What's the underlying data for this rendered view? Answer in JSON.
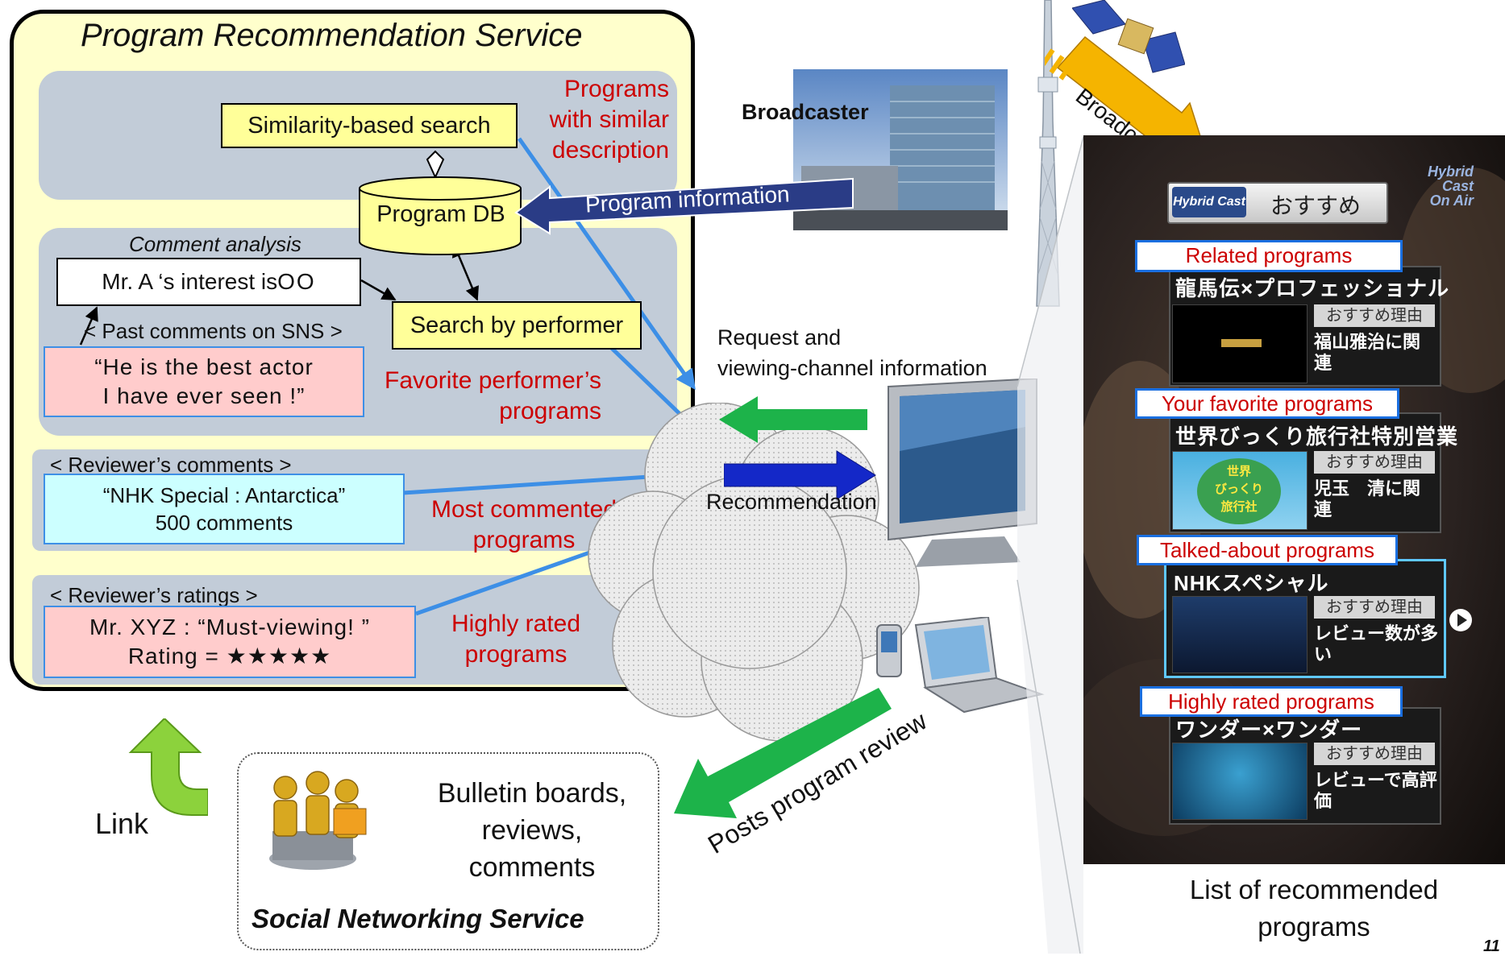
{
  "service": {
    "title": "Program Recommendation Service",
    "similarity_search": "Similarity-based search",
    "similar_label": [
      "Programs",
      "with similar",
      "description"
    ],
    "program_db": "Program DB",
    "comment_analysis": "Comment analysis",
    "interest_prefix": "Mr. A ‘s interest is ",
    "interest_symbol": "OO",
    "past_comments": "< Past comments on SNS >",
    "comment_quote": [
      "“He is the best actor",
      "I have ever seen !”"
    ],
    "search_performer": "Search by performer",
    "favorite_label": [
      "Favorite performer’s",
      "programs"
    ],
    "reviewer_comments_header": "< Reviewer’s comments >",
    "comments_box": [
      "“NHK Special : Antarctica”",
      "500 comments"
    ],
    "most_commented": [
      "Most commented",
      "programs"
    ],
    "reviewer_ratings_header": "< Reviewer’s ratings >",
    "ratings_box": [
      "Mr. XYZ : “Must-viewing! ”",
      "Rating = ★★★★★"
    ],
    "highly_rated": [
      "Highly rated",
      "programs"
    ]
  },
  "center": {
    "broadcaster": "Broadcaster",
    "program_information": "Program information",
    "broadcast": "Broadcast",
    "request_label": [
      "Request and",
      "viewing-channel information"
    ],
    "recommendation": "Recommendation",
    "posts_review": "Posts program review",
    "link": "Link"
  },
  "sns": {
    "items": [
      "Bulletin boards,",
      "reviews,",
      "comments"
    ],
    "title": "Social Networking Service"
  },
  "tv": {
    "logo_text": "Hybrid Cast",
    "header": "おすすめ",
    "corner_logo": [
      "Hybrid",
      "Cast",
      "On Air"
    ],
    "why_label": "おすすめ理由",
    "sections": [
      {
        "label": "Related programs",
        "title": "龍馬伝×プロフェッショナル",
        "reason": [
          "福山雅治に関",
          "連"
        ]
      },
      {
        "label": "Your favorite programs",
        "title": "世界びっくり旅行社特別営業",
        "reason": [
          "児玉　清に関",
          "連"
        ],
        "thumb_text": [
          "世界",
          "びっくり",
          "旅行社"
        ]
      },
      {
        "label": "Talked-about programs",
        "title": "NHKスペシャル",
        "reason": [
          "レビュー数が多",
          "い"
        ]
      },
      {
        "label": "Highly rated programs",
        "title": "ワンダー×ワンダー",
        "reason": [
          "レビューで高評",
          "価"
        ]
      }
    ],
    "caption": [
      "List of recommended",
      "programs"
    ]
  },
  "page_number": "11",
  "colors": {
    "service_bg": "#ffffcc",
    "panel": "#c2ccd8",
    "blue_arrow": "#3d8fe6",
    "green_arrow": "#1db34a",
    "dark_blue_arrow": "#1428c8",
    "label_red": "#cc0000",
    "broadcast_arrow": "#f5b400"
  }
}
